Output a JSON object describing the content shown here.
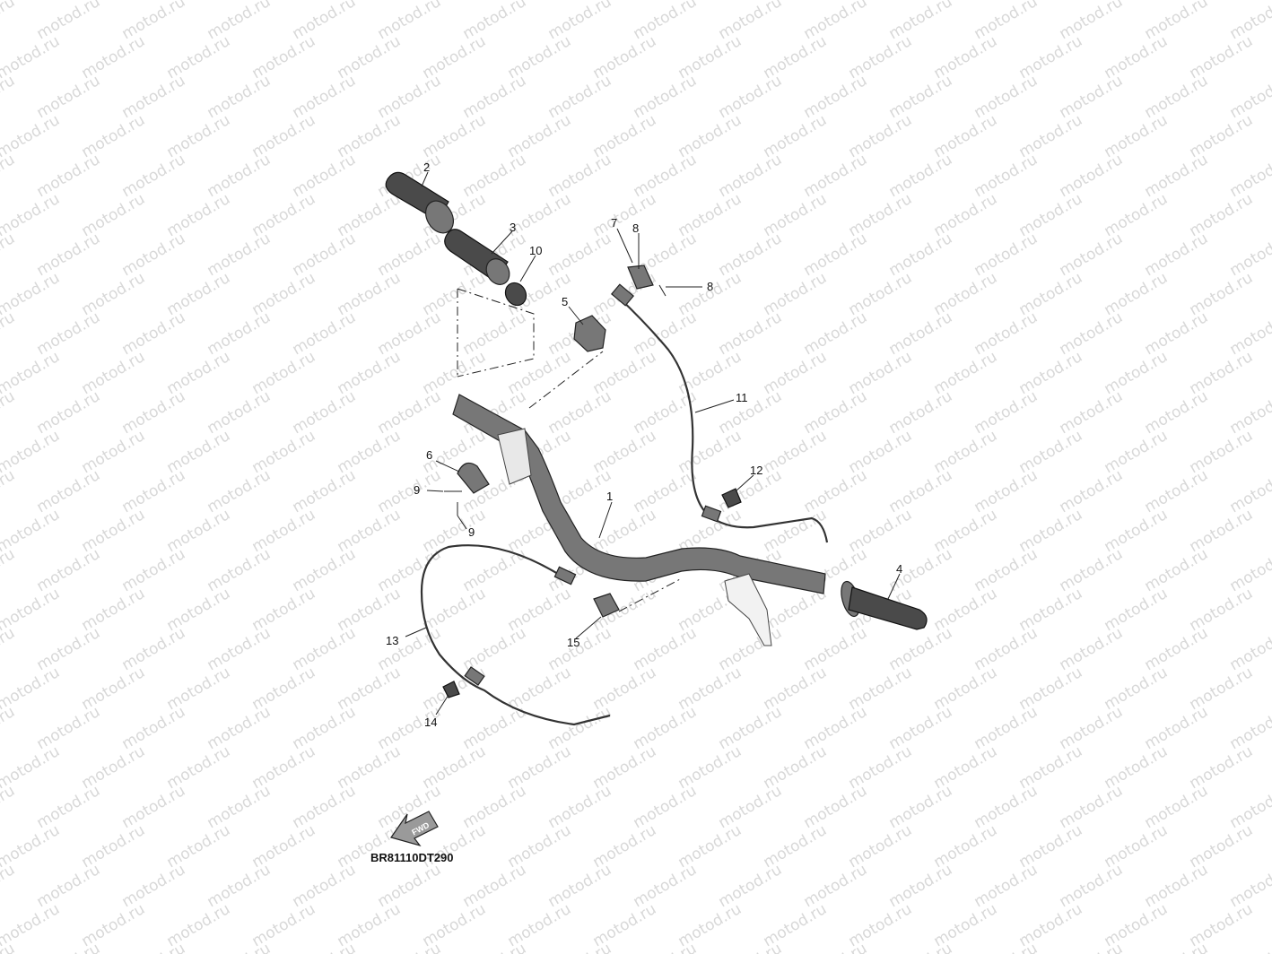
{
  "watermark": {
    "text": "motod.ru"
  },
  "callouts": {
    "c1": "1",
    "c2": "2",
    "c3": "3",
    "c4": "4",
    "c5": "5",
    "c6": "6",
    "c7": "7",
    "c8a": "8",
    "c8b": "8",
    "c9a": "9",
    "c9b": "9",
    "c10": "10",
    "c11": "11",
    "c12": "12",
    "c13": "13",
    "c14": "14",
    "c15": "15"
  },
  "fwd_arrow": {
    "label": "FWD"
  },
  "diagram_code": "BR81110DT290",
  "colors": {
    "part": "#777777",
    "line": "#222222",
    "watermark": "#d8d8d8"
  }
}
